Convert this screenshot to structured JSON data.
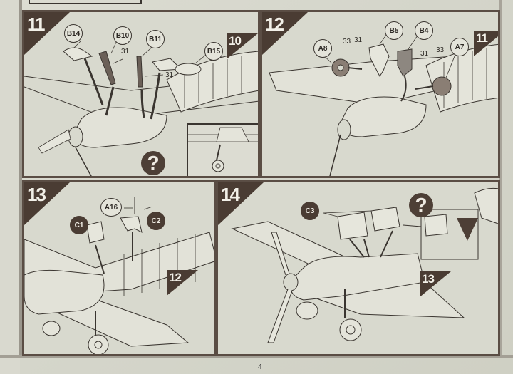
{
  "document": {
    "type": "model kit assembly instructions",
    "page_number": "4"
  },
  "steps": [
    {
      "number": "11",
      "previous_step_ref": "10",
      "parts": [
        "B14",
        "B10",
        "B11",
        "B15"
      ],
      "glue_labels": [
        "31",
        "31"
      ],
      "has_help_icon": true,
      "help_symbol": "?",
      "insets": [
        "landing-gear-side-view",
        "landing-gear-front-view"
      ]
    },
    {
      "number": "12",
      "previous_step_ref": "11",
      "parts": [
        "A8",
        "B5",
        "B4",
        "A7"
      ],
      "glue_labels": [
        "33",
        "31",
        "31",
        "33"
      ]
    },
    {
      "number": "13",
      "previous_step_ref": "12",
      "parts": [
        "C1",
        "A16",
        "C2"
      ],
      "dark_callouts": [
        "C1",
        "C2"
      ]
    },
    {
      "number": "14",
      "previous_step_ref": "13",
      "parts": [
        "C3"
      ],
      "dark_callouts": [
        "C3"
      ],
      "has_help_icon": true,
      "help_symbol": "?"
    }
  ],
  "colors": {
    "paper": "#d8d9ce",
    "frame": "#5a4d44",
    "badge": "#4a3c33",
    "badge_text": "#f2f0e8",
    "line": "#3a3530"
  }
}
